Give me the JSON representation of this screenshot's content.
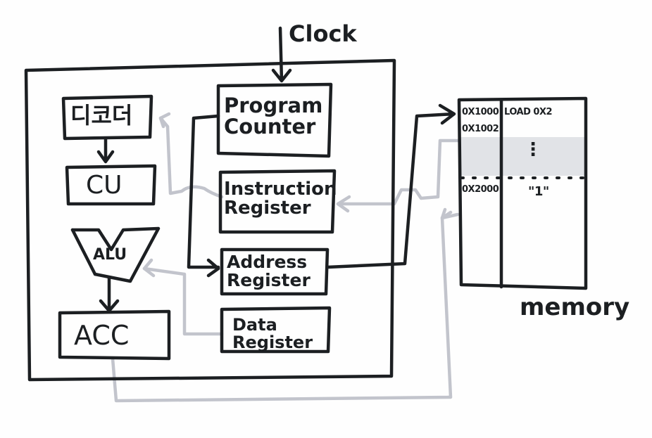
{
  "diagram": {
    "external": {
      "clock_label": "Clock",
      "memory_label": "memory"
    },
    "cpu": {
      "decoder_label": "디코더",
      "cu_label": "CU",
      "alu_label": "ALU",
      "acc_label": "ACC",
      "program_counter": {
        "line1": "Program",
        "line2": "Counter"
      },
      "instruction_register": {
        "line1": "Instruction",
        "line2": "Register"
      },
      "address_register": {
        "line1": "Address",
        "line2": "Register"
      },
      "data_register": {
        "line1": "Data",
        "line2": "Register"
      }
    },
    "memory": {
      "rows": [
        {
          "address": "0X1000",
          "content": "LOAD 0X2"
        },
        {
          "address": "0X1002",
          "content": ""
        },
        {
          "address": "",
          "content": "⋮"
        },
        {
          "address": "0X2000",
          "content": "\"1\""
        }
      ]
    },
    "colors": {
      "ink": "#1c1f22",
      "highlight_line": "#c2c4cc",
      "memory_shade": "#d9dbe0"
    }
  }
}
